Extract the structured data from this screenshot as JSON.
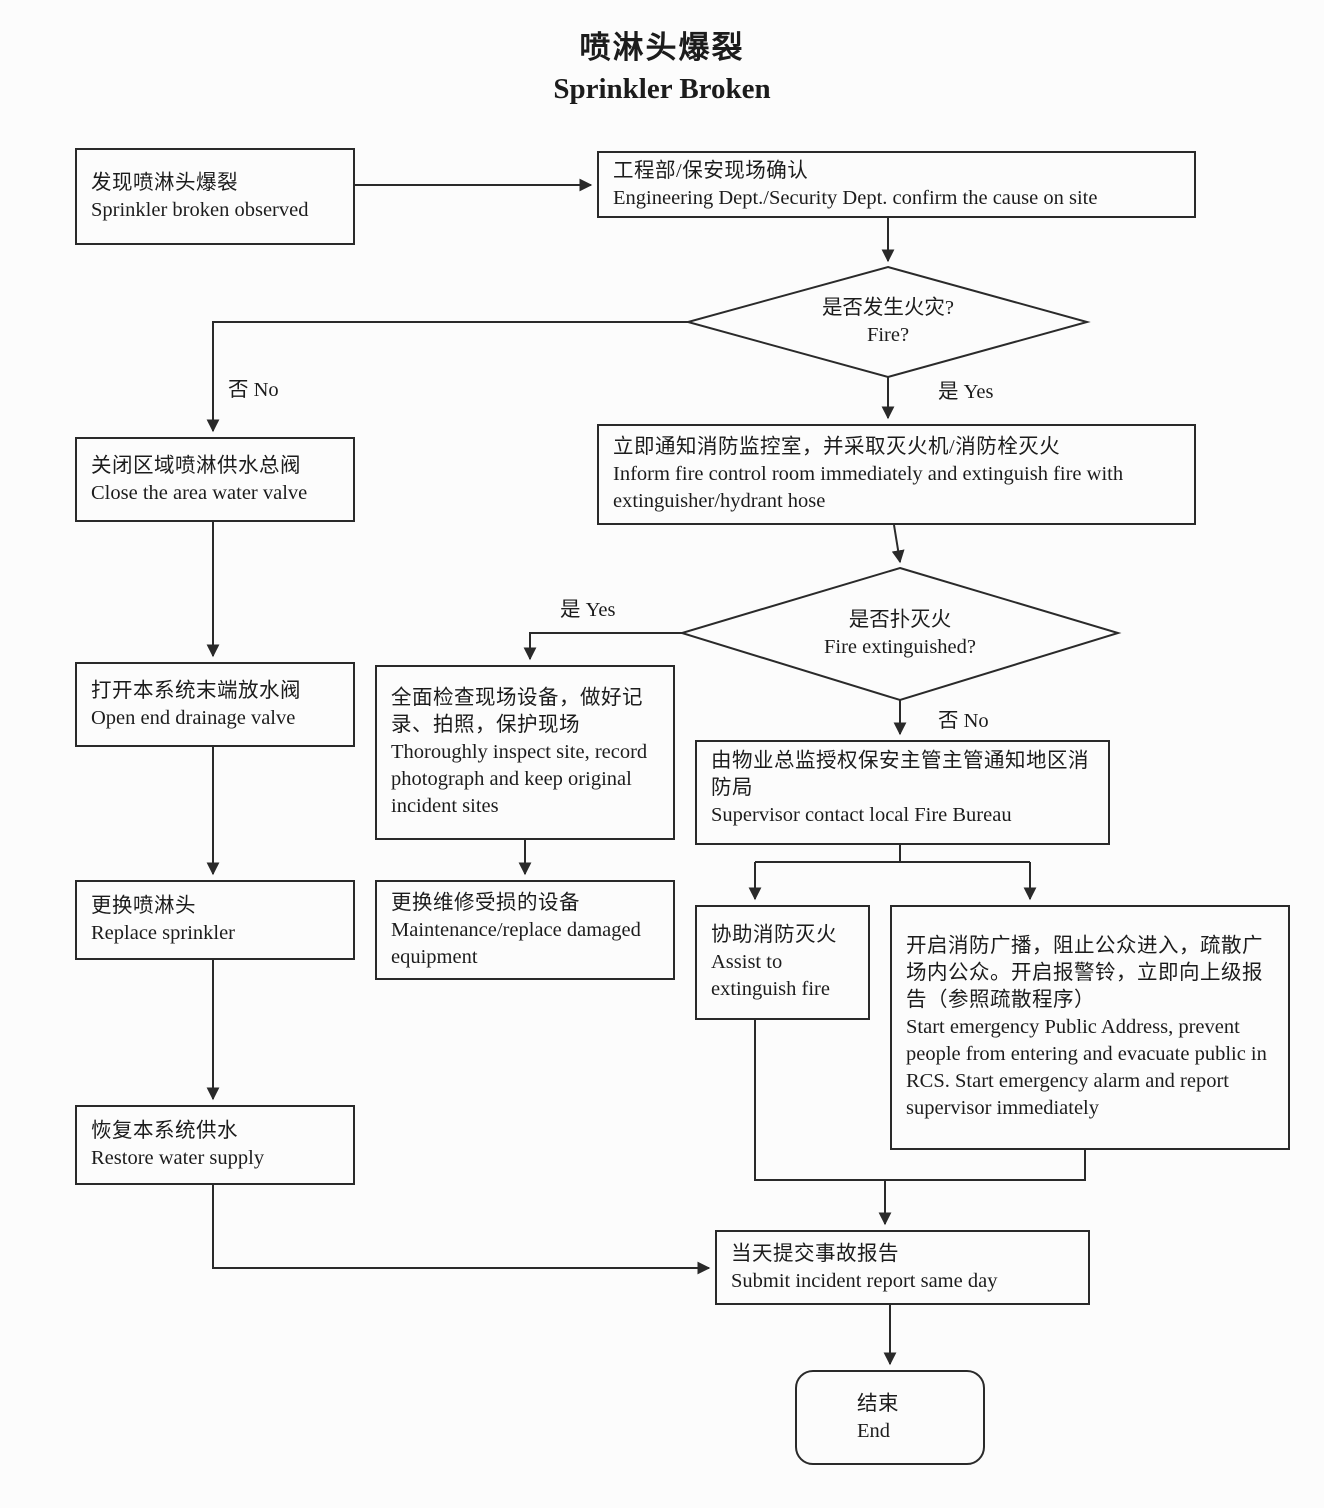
{
  "title": {
    "zh": "喷淋头爆裂",
    "en": "Sprinkler Broken"
  },
  "colors": {
    "ink": "#2a2a2a",
    "background": "#fcfcfc"
  },
  "nodes": {
    "observed": {
      "zh": "发现喷淋头爆裂",
      "en": "Sprinkler broken observed"
    },
    "confirm": {
      "zh": "工程部/保安现场确认",
      "en": "Engineering Dept./Security Dept. confirm the cause on site"
    },
    "fire_decision": {
      "zh": "是否发生火灾?",
      "en": "Fire?"
    },
    "close_valve": {
      "zh": "关闭区域喷淋供水总阀",
      "en": "Close the area water valve"
    },
    "inform": {
      "zh": "立即通知消防监控室，并采取灭火机/消防栓灭火",
      "en": "Inform fire control room immediately and extinguish fire with extinguisher/hydrant hose"
    },
    "extinguished_decision": {
      "zh": "是否扑灭火",
      "en": "Fire extinguished?"
    },
    "open_drain": {
      "zh": "打开本系统末端放水阀",
      "en": "Open end drainage valve"
    },
    "inspect": {
      "zh": "全面检查现场设备，做好记录、拍照，保护现场",
      "en": "Thoroughly inspect site, record photograph and keep original incident sites"
    },
    "bureau": {
      "zh": "由物业总监授权保安主管主管通知地区消防局",
      "en": "Supervisor contact local Fire Bureau"
    },
    "replace_sprinkler": {
      "zh": "更换喷淋头",
      "en": "Replace sprinkler"
    },
    "replace_equipment": {
      "zh": "更换维修受损的设备",
      "en": "Maintenance/replace damaged equipment"
    },
    "assist": {
      "zh": "协助消防灭火",
      "en": "Assist to extinguish fire"
    },
    "broadcast": {
      "zh": "开启消防广播，阻止公众进入，疏散广场内公众。开启报警铃，立即向上级报告（参照疏散程序）",
      "en": "Start emergency Public Address, prevent people from entering and evacuate public in RCS. Start emergency alarm and report supervisor immediately"
    },
    "restore": {
      "zh": "恢复本系统供水",
      "en": "Restore water supply"
    },
    "report": {
      "zh": "当天提交事故报告",
      "en": "Submit incident report same day"
    },
    "end": {
      "zh": "结束",
      "en": "End"
    }
  },
  "edge_labels": {
    "fire_no": "否 No",
    "fire_yes": "是 Yes",
    "ext_yes": "是 Yes",
    "ext_no": "否 No"
  }
}
